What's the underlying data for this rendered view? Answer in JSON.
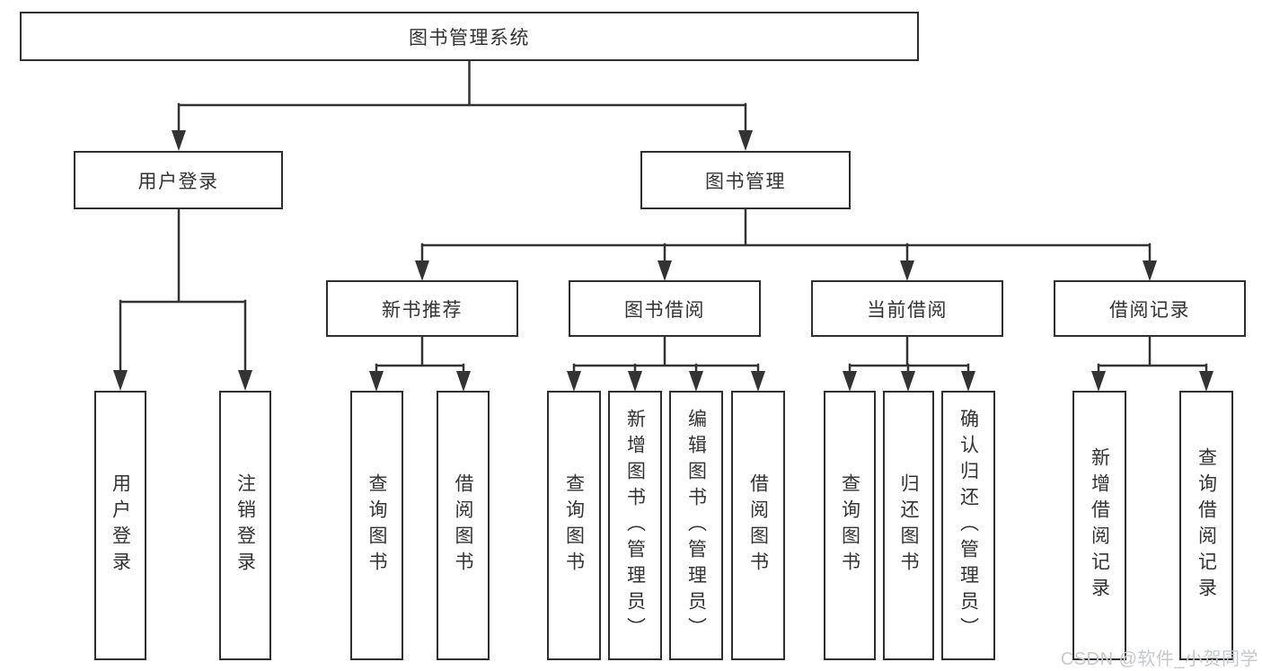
{
  "diagram": {
    "root_label": "图书管理系统",
    "login_branch": {
      "label": "用户登录",
      "children": [
        "用户登录",
        "注销登录"
      ]
    },
    "management_branch": {
      "label": "图书管理",
      "modules": [
        {
          "label": "新书推荐",
          "functions": [
            "查询图书",
            "借阅图书"
          ]
        },
        {
          "label": "图书借阅",
          "functions": [
            "查询图书",
            "新增图书（管理员）",
            "编辑图书（管理员）",
            "借阅图书"
          ]
        },
        {
          "label": "当前借阅",
          "functions": [
            "查询图书",
            "归还图书",
            "确认归还（管理员）"
          ]
        },
        {
          "label": "借阅记录",
          "functions": [
            "新增借阅记录",
            "查询借阅记录"
          ]
        }
      ]
    }
  },
  "watermark": {
    "text": "CSDN @软件_小贺同学"
  },
  "colors": {
    "line": "#333333",
    "box_border": "#2f2f2f",
    "text": "#333333",
    "watermark": "#c5c9cf",
    "background": "#ffffff"
  }
}
